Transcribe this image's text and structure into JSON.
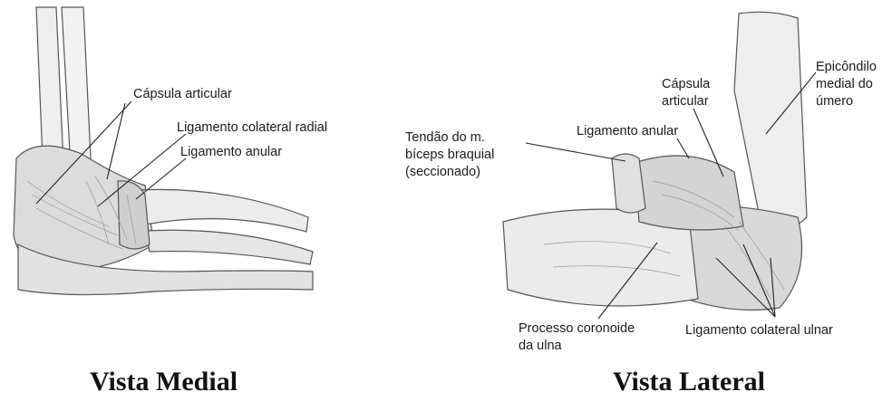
{
  "medial": {
    "caption": "Vista Medial",
    "labels": {
      "capsula": "Cápsula articular",
      "lig_colateral_radial": "Ligamento colateral radial",
      "lig_anular": "Ligamento anular"
    }
  },
  "lateral": {
    "caption": "Vista Lateral",
    "labels": {
      "capsula_1": "Cápsula",
      "capsula_2": "articular",
      "lig_anular": "Ligamento anular",
      "epicondilo_1": "Epicôndilo",
      "epicondilo_2": "medial do",
      "epicondilo_3": "úmero",
      "tendao_1": "Tendão do m.",
      "tendao_2": "bíceps braquial",
      "tendao_3": "(seccionado)",
      "processo_1": "Processo coronoide",
      "processo_2": "da ulna",
      "lig_colateral_ulnar": "Ligamento colateral ulnar"
    }
  },
  "colors": {
    "ink": "#1a1a1a",
    "shade": "#8a8a8a",
    "tissue": "#e4e4e4"
  }
}
